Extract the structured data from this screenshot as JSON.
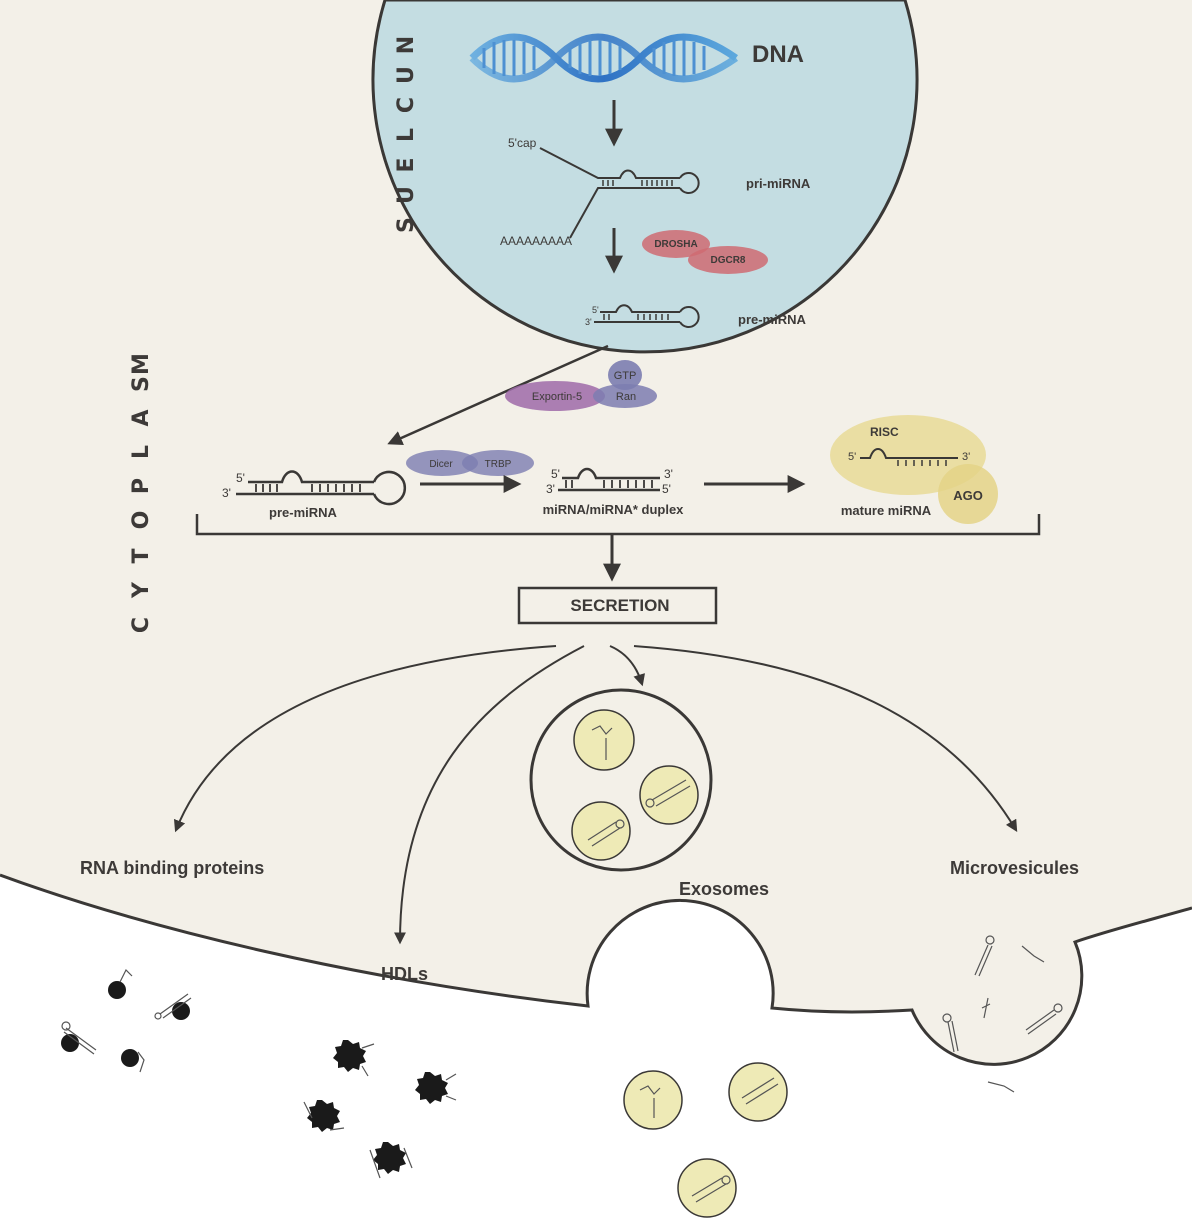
{
  "colors": {
    "cytoplasm": "#f3f0e8",
    "nucleus": "#c4dde2",
    "membrane": "#3a3836",
    "drosha": "#cf6b72",
    "export": "#7c7db0",
    "exportin": "#9e6aa8",
    "risc": "#e9dc9b",
    "vesicle": "#eeeab6"
  },
  "compartments": {
    "nucleus": [
      "N",
      "U",
      "C",
      "L",
      "E",
      "U",
      "S"
    ],
    "cytoplasm": [
      "C",
      "Y",
      "T",
      "O",
      "P",
      "L",
      "A",
      "S",
      "M"
    ]
  },
  "nucleus": {
    "dna": "DNA",
    "cap": "5'cap",
    "polyA": "AAAAAAAAA",
    "pri": "pri-miRNA",
    "drosha": "DROSHA",
    "dgcr8": "DGCR8",
    "pre": "pre-miRNA",
    "pre_5": "5'",
    "pre_3": "3'"
  },
  "export": {
    "gtp": "GTP",
    "exportin": "Exportin-5",
    "ran": "Ran"
  },
  "processing": {
    "pre": "pre-miRNA",
    "pre_5": "5'",
    "pre_3": "3'",
    "dicer": "Dicer",
    "trbp": "TRBP",
    "duplex": "miRNA/miRNA* duplex",
    "duplex_5a": "5'",
    "duplex_3a": "3'",
    "duplex_3b": "3'",
    "duplex_5b": "5'",
    "risc": "RISC",
    "risc_5": "5'",
    "risc_3": "3'",
    "ago": "AGO",
    "mature": "mature miRNA"
  },
  "secretion": "SECRETION",
  "routes": {
    "rbp": "RNA binding proteins",
    "hdl": "HDLs",
    "exosomes": "Exosomes",
    "microvesicles": "Microvesicules"
  }
}
